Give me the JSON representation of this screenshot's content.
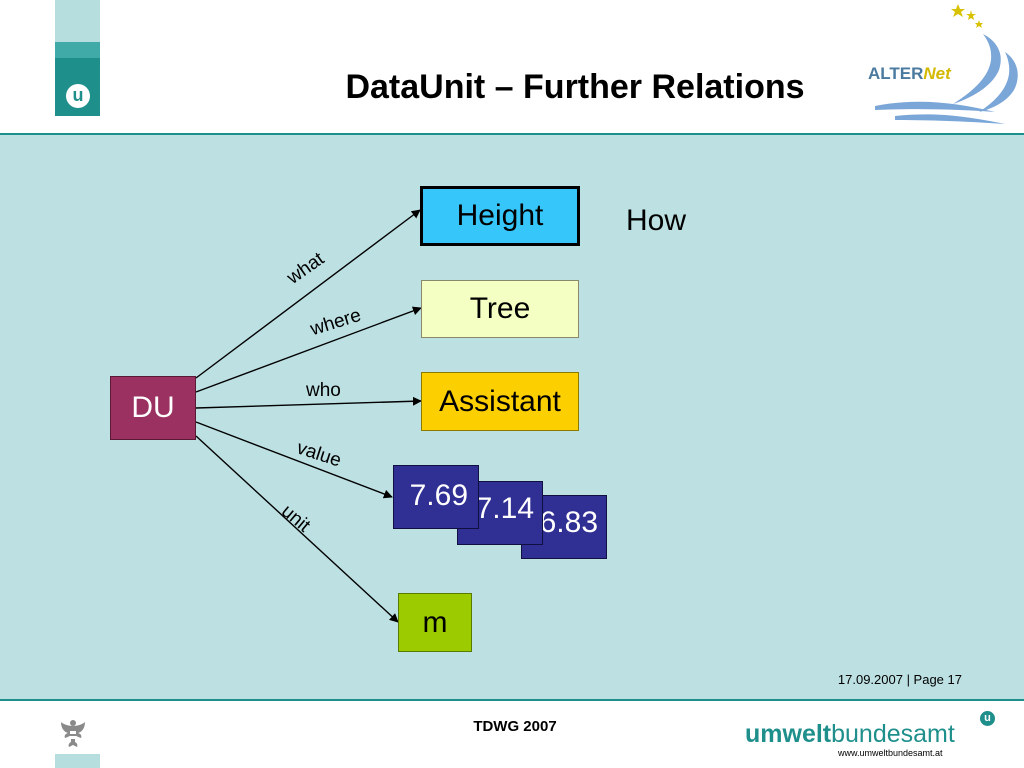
{
  "slide": {
    "title": "DataUnit – Further Relations",
    "page_info": "17.09.2007 | Page 17"
  },
  "header": {
    "logo_letter": "u",
    "partner_logo": {
      "word_a": "ALTER",
      "word_b": "Net"
    }
  },
  "diagram": {
    "source": "DU",
    "targets": {
      "what": "Height",
      "where": "Tree",
      "who": "Assistant",
      "unit": "m"
    },
    "values": [
      "7.69",
      "7.14",
      "6.83"
    ],
    "side_label": "How",
    "relations": {
      "what": "what",
      "where": "where",
      "who": "who",
      "value": "value",
      "unit": "unit"
    }
  },
  "footer": {
    "event": "TDWG 2007",
    "brand_a": "umwelt",
    "brand_b": "bundesamt",
    "brand_badge": "u",
    "url": "www.umweltbundesamt.at"
  },
  "colors": {
    "teal": "#1f8f8c",
    "panel": "#bde0e3",
    "du": "#9b3161",
    "height": "#36c6fa",
    "tree": "#f3ffc3",
    "assistant": "#fccf00",
    "value": "#302f94",
    "unit": "#9ccc00"
  }
}
